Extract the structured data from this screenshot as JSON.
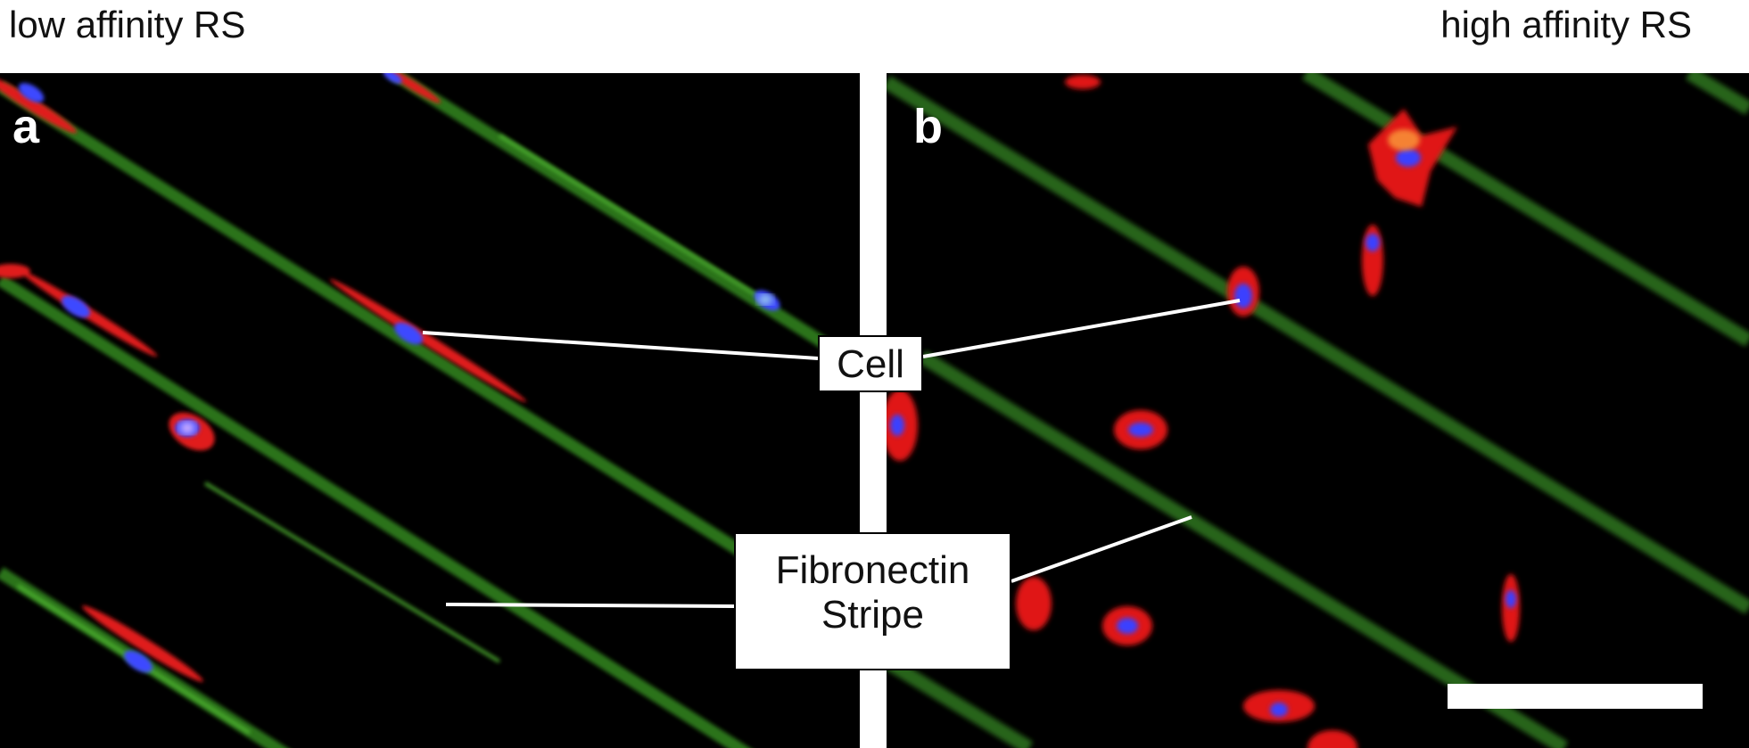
{
  "figure": {
    "header_left": "low affinity RS",
    "header_right": "high affinity RS",
    "panel_a_letter": "a",
    "panel_b_letter": "b",
    "callouts": {
      "cell": "Cell",
      "fibronectin_line1": "Fibronectin",
      "fibronectin_line2": "Stripe"
    },
    "colors": {
      "background": "#000000",
      "fibronectin_green": "#2e6b1e",
      "cell_red": "#e01818",
      "nucleus_blue": "#3a3aff",
      "divider": "#ffffff"
    }
  }
}
